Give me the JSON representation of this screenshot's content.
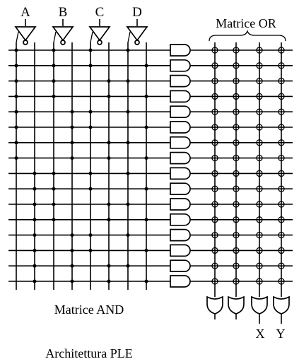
{
  "diagram": {
    "title": "Architettura PLE",
    "and_label": "Matrice AND",
    "or_label": "Matrice OR",
    "inputs": [
      "A",
      "B",
      "C",
      "D"
    ],
    "outputs": [
      "X",
      "Y"
    ],
    "rows": 16,
    "or_columns": 4,
    "and_connections": [
      [
        0,
        2,
        4,
        6
      ],
      [
        0,
        2,
        4,
        7
      ],
      [
        0,
        2,
        5,
        6
      ],
      [
        0,
        2,
        5,
        7
      ],
      [
        0,
        3,
        4,
        6
      ],
      [
        0,
        3,
        4,
        7
      ],
      [
        0,
        3,
        5,
        6
      ],
      [
        0,
        3,
        5,
        7
      ],
      [
        1,
        2,
        4,
        6
      ],
      [
        1,
        2,
        4,
        7
      ],
      [
        1,
        2,
        5,
        6
      ],
      [
        1,
        2,
        5,
        7
      ],
      [
        1,
        3,
        4,
        6
      ],
      [
        1,
        3,
        4,
        7
      ],
      [
        1,
        3,
        5,
        6
      ],
      [
        1,
        3,
        5,
        7
      ]
    ],
    "colors": {
      "ink": "#000000",
      "background": "#ffffff"
    }
  }
}
